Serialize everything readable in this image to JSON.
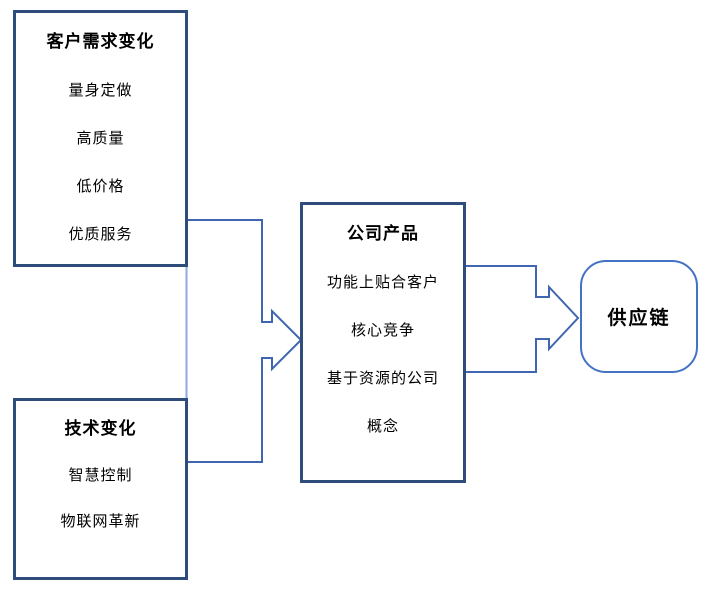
{
  "diagram": {
    "customer_box": {
      "title": "客户需求变化",
      "items": [
        "量身定做",
        "高质量",
        "低价格",
        "优质服务"
      ]
    },
    "technology_box": {
      "title": "技术变化",
      "items": [
        "智慧控制",
        "物联网革新"
      ]
    },
    "product_box": {
      "title": "公司产品",
      "items": [
        "功能上贴合客户",
        "核心竞争",
        "基于资源的公司",
        "概念"
      ]
    },
    "supply_box": {
      "title": "供应链"
    },
    "colors": {
      "rect_box_border": "#2E4D7B",
      "rounded_box_border": "#4472C4",
      "connector": "#3F66AE",
      "connector_light": "#8FAADC",
      "text": "#000000",
      "background": "#FFFFFF"
    }
  }
}
